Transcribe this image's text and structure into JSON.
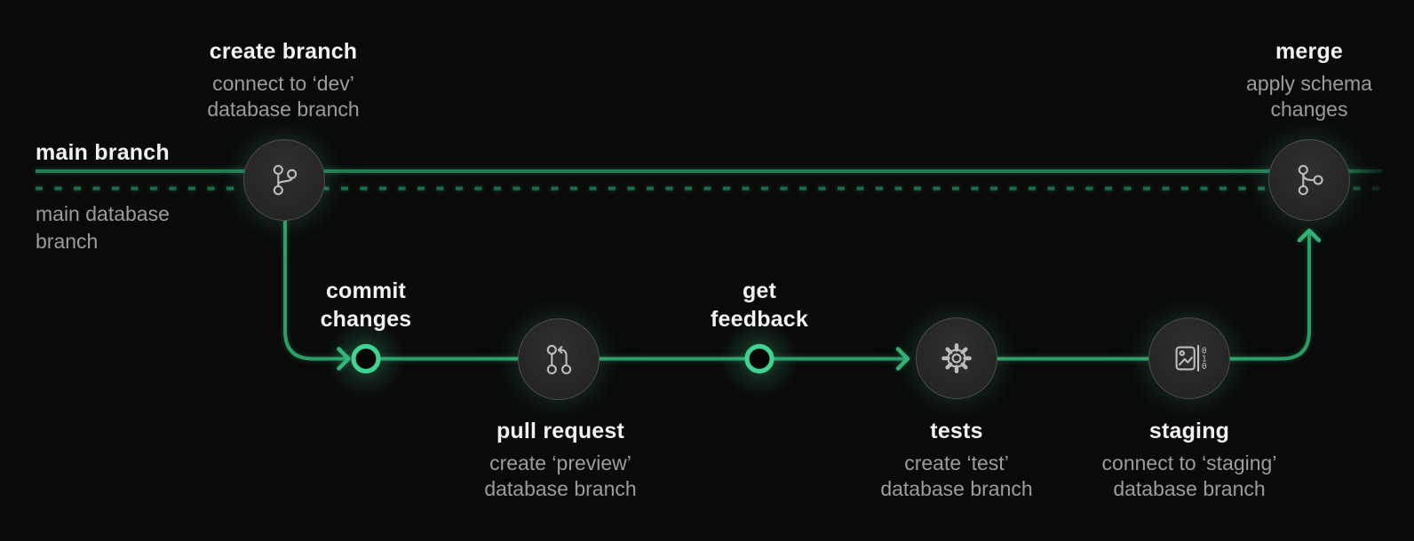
{
  "colors": {
    "background": "#0a0a0a",
    "branch_line": "#1e7d52",
    "database_branch_line": "#1a6e49",
    "workflow_line": "#2b9e68",
    "arrow": "#31b176",
    "milestone_ring": "#3fd492",
    "node_fill": "#282828",
    "node_border": "#4f4f4f",
    "icon_stroke": "#bdbdbd",
    "title_text": "#f2f2f2",
    "subtitle_text": "#9c9c9c"
  },
  "lanes": {
    "main_branch": "main branch",
    "main_database_branch_line1": "main database",
    "main_database_branch_line2": "branch"
  },
  "nodes": {
    "create_branch": {
      "title": "create branch",
      "subtitle_line1": "connect to ‘dev’",
      "subtitle_line2": "database branch",
      "icon": "git-branch-icon"
    },
    "pull_request": {
      "title": "pull request",
      "subtitle_line1": "create ‘preview’",
      "subtitle_line2": "database branch",
      "icon": "git-pull-request-icon"
    },
    "tests": {
      "title": "tests",
      "subtitle_line1": "create ‘test’",
      "subtitle_line2": "database branch",
      "icon": "gear-icon"
    },
    "staging": {
      "title": "staging",
      "subtitle_line1": "connect to ‘staging’",
      "subtitle_line2": "database branch",
      "icon": "staging-data-icon"
    },
    "merge": {
      "title": "merge",
      "subtitle_line1": "apply schema",
      "subtitle_line2": "changes",
      "icon": "git-merge-icon"
    }
  },
  "milestones": {
    "commit_changes": {
      "line1": "commit",
      "line2": "changes"
    },
    "get_feedback": {
      "line1": "get",
      "line2": "feedback"
    }
  },
  "icons_digits": {
    "d1": "0",
    "d2": "1",
    "d3": "0"
  }
}
